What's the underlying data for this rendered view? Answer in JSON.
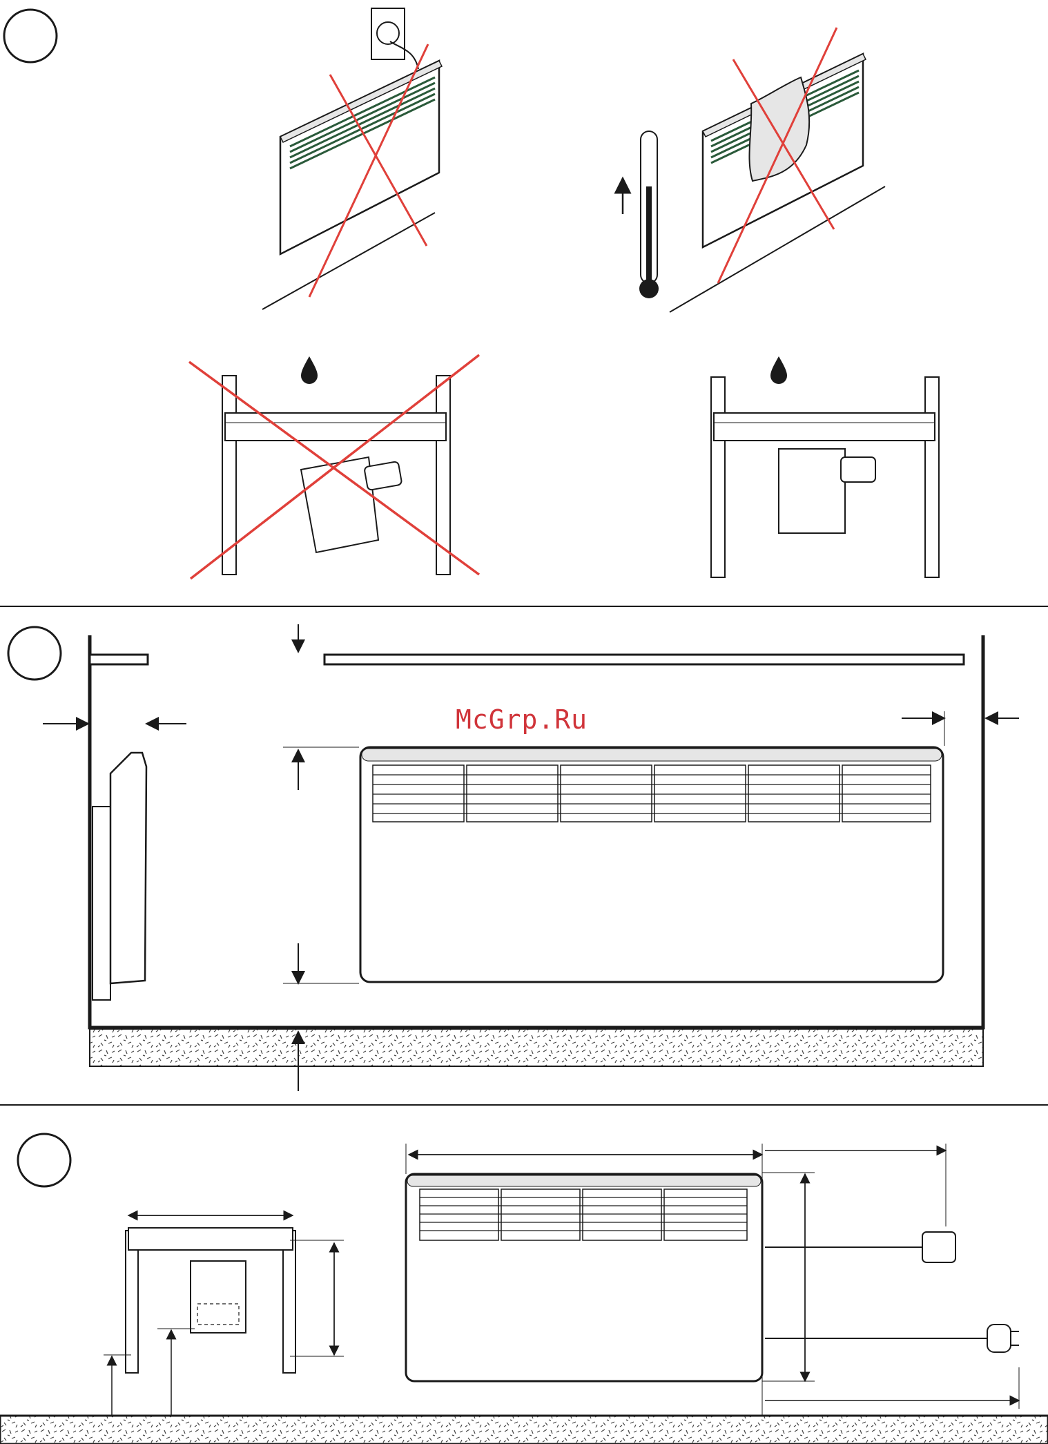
{
  "watermark": {
    "text": "McGrp.Ru",
    "color": "#d0343a"
  },
  "colors": {
    "line": "#1a1a1a",
    "cross": "#e0403a",
    "vent": "#2a5a3a",
    "shade": "#e6e6e6"
  },
  "sections": [
    {
      "name": "placement-warnings",
      "panels": [
        "heater-near-socket",
        "heater-covered-with-cloth",
        "thermostat-upside-down",
        "thermostat-correct"
      ]
    },
    {
      "name": "installation-clearances",
      "panels": [
        "side-view",
        "front-view"
      ]
    },
    {
      "name": "mounting-dimensions",
      "panels": [
        "wall-bracket",
        "heater-front-view"
      ]
    }
  ],
  "icons": [
    "section-marker-icon",
    "cross-out-icon",
    "water-drop-icon",
    "thermometer-icon",
    "arrow-up-icon",
    "wall-socket-icon",
    "plug-icon",
    "thermostat-plug-icon",
    "floor-hatch-icon"
  ]
}
